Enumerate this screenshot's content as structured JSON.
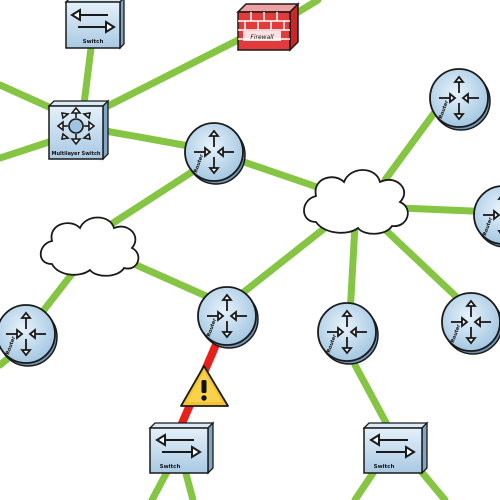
{
  "colors": {
    "link": "#86c543",
    "alert_link": "#e8201c",
    "node_fill": "#c8dff0",
    "node_stroke": "#1a1a1a",
    "firewall": "#e23b3b",
    "warning": "#f4c430"
  },
  "labels": {
    "switch": "Switch",
    "multilayer_switch": "Multilayer Switch",
    "router": "Router",
    "firewall": "Firewall"
  },
  "icons": {
    "router": "router-icon",
    "switch": "switch-icon",
    "multilayer_switch": "multilayer-switch-icon",
    "firewall": "firewall-icon",
    "cloud": "cloud-icon",
    "warning": "warning-icon"
  }
}
